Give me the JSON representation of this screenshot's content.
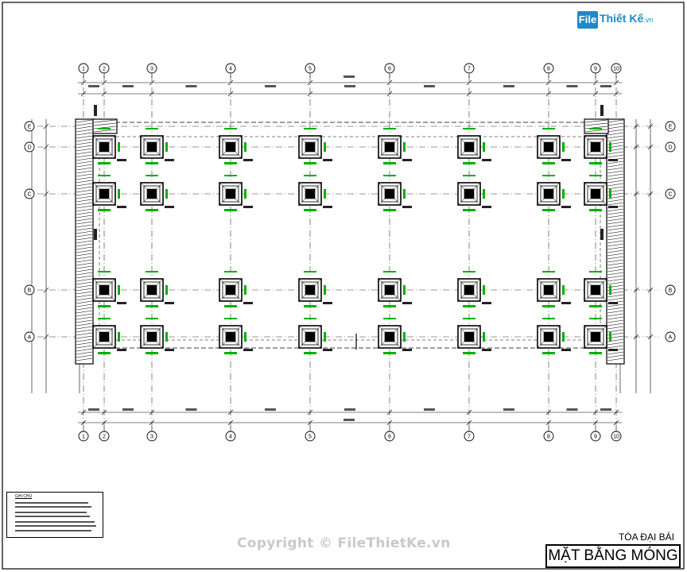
{
  "brand": {
    "box": "File",
    "name": "Thiết Kế",
    "tld": ".vn"
  },
  "watermark": {
    "copyright": "Copyright © FileThietKe.vn"
  },
  "title_block": {
    "subtitle": "TÒA ĐẠI BÁI",
    "title": "MẶT BẰNG MÓNG"
  },
  "legend": {
    "heading": "GHI CHÚ"
  },
  "grid": {
    "axes": [
      "1",
      "2",
      "3",
      "4",
      "5",
      "6",
      "7",
      "8",
      "9",
      "10"
    ],
    "rows": [
      "E",
      "D",
      "C",
      "B",
      "A"
    ]
  },
  "colors": {
    "lines": "#000000",
    "dimensions": "#00b000",
    "brand": "#1e88c8",
    "watermark": "#c9c9c9"
  }
}
